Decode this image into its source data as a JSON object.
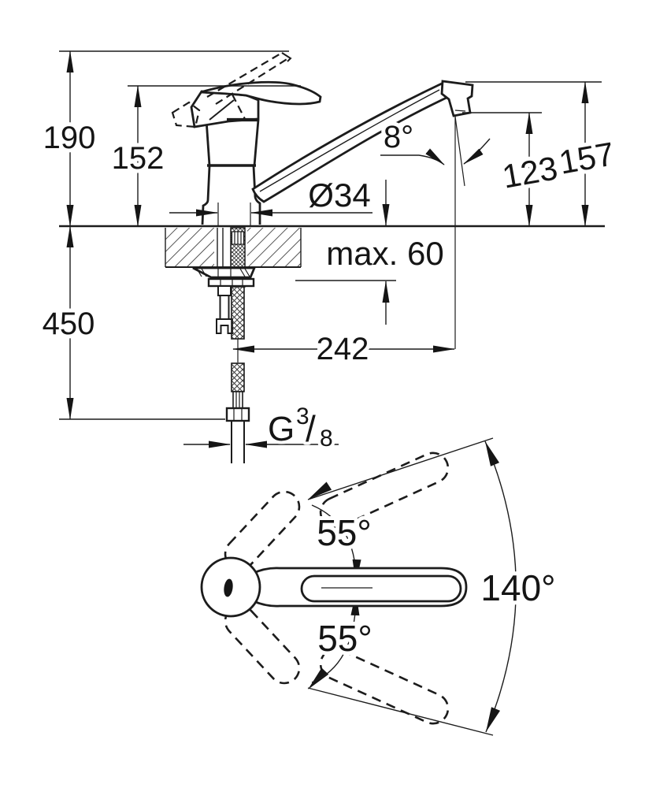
{
  "colors": {
    "background": "#ffffff",
    "ink": "#1c1c1c"
  },
  "side_view": {
    "height_lever_raised": "190",
    "height_to_handle": "152",
    "spout_outlet_height": "123",
    "total_height": "157",
    "spout_angle": "8°",
    "base_diameter": "Ø34",
    "max_deck_thickness": "max. 60",
    "hose_length": "450",
    "spout_reach": "242",
    "thread": {
      "prefix": "G",
      "numerator": "3",
      "slash": "/",
      "denominator": "8"
    }
  },
  "top_view": {
    "handle_swing_up": "55°",
    "handle_swing_down": "55°",
    "spout_swivel_range": "140°"
  }
}
